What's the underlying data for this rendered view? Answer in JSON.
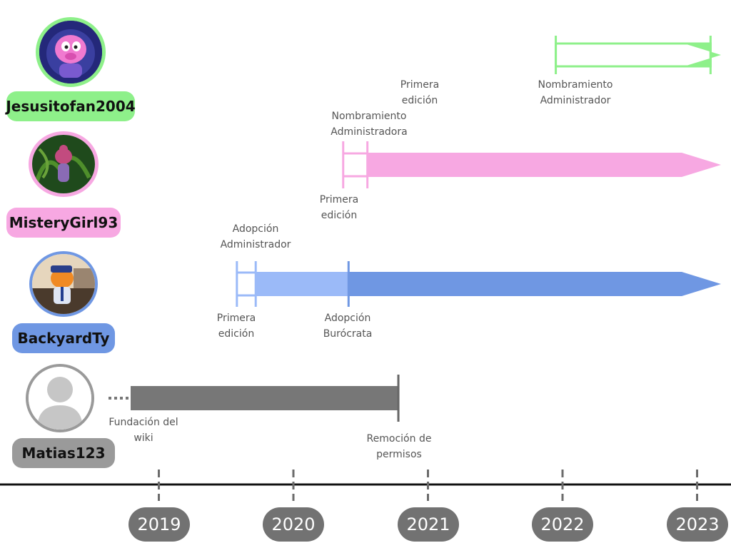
{
  "users": [
    {
      "id": "jesusitofan2004",
      "name": "Jesusitofan2004",
      "color": "#8ef08a",
      "dark": "#7de27a",
      "events": [
        {
          "id": "primera-edicion",
          "label": [
            "Primera",
            "edición"
          ],
          "date": 2021.95
        },
        {
          "id": "nombramiento-administrador",
          "label": [
            "Nombramiento",
            "Administrador"
          ],
          "date": 2023.1
        }
      ]
    },
    {
      "id": "misterygirl93",
      "name": "MisteryGirl93",
      "color": "#f7a8e2",
      "dark": "#f5a4de",
      "events": [
        {
          "id": "primera-edicion",
          "label": [
            "Primera",
            "edición"
          ],
          "date": 2020.37
        },
        {
          "id": "nombramiento-administradora",
          "label": [
            "Nombramiento",
            "Administradora"
          ],
          "date": 2020.55
        }
      ]
    },
    {
      "id": "backyardty",
      "name": "BackyardTy",
      "color": "#9bbaf8",
      "dark": "#6f97e3",
      "events": [
        {
          "id": "primera-edicion",
          "label": [
            "Primera",
            "edición"
          ],
          "date": 2019.58
        },
        {
          "id": "adopcion-administrador",
          "label": [
            "Adopción",
            "Administrador"
          ],
          "date": 2019.72
        },
        {
          "id": "adopcion-burocrata",
          "label": [
            "Adopción",
            "Burócrata"
          ],
          "date": 2020.41
        }
      ]
    },
    {
      "id": "matias123",
      "name": "Matias123",
      "color": "#9a9a9a",
      "dark": "#777777",
      "events": [
        {
          "id": "fundacion-del-wiki",
          "label": [
            "Fundación del",
            "wiki"
          ],
          "date": 2018.8
        },
        {
          "id": "remocion-de-permisos",
          "label": [
            "Remoción de",
            "permisos"
          ],
          "date": 2020.78
        }
      ]
    }
  ],
  "timeline": {
    "years": [
      "2019",
      "2020",
      "2021",
      "2022",
      "2023"
    ]
  },
  "colors": {
    "axis": "#111111",
    "tick": "#6b6b6b",
    "year_pill": "#727272",
    "label": "#555555"
  },
  "icons": {
    "jesusitofan2004": "uniqua-portrait-icon",
    "misterygirl93": "tasha-portrait-icon",
    "backyardty": "tyrone-portrait-icon",
    "matias123": "default-user-icon"
  }
}
